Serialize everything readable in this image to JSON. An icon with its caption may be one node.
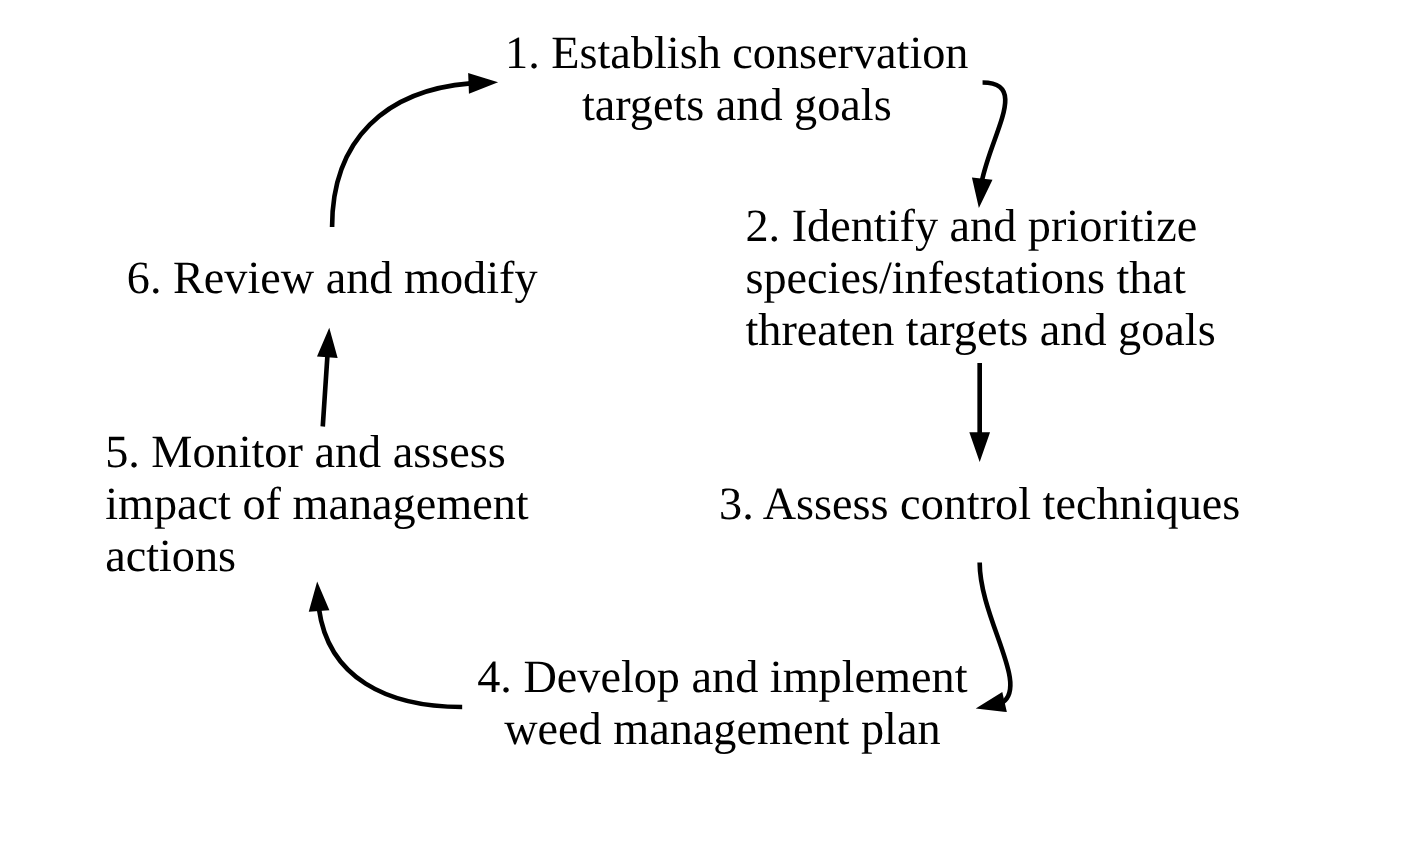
{
  "diagram": {
    "nodes": [
      {
        "text": [
          "1. Establish conservation targets and goals"
        ]
      },
      {
        "text": [
          "2. Identify and prioritize species/infestations that threaten targets and goals"
        ]
      },
      {
        "text": [
          "3. Assess control techniques"
        ]
      },
      {
        "text": [
          "4. Develop and implement weed management plan"
        ]
      },
      {
        "text": [
          "5. Monitor and assess impact of management actions"
        ]
      },
      {
        "text": [
          "6. Review and modify"
        ]
      }
    ],
    "edges": [
      {
        "from": 0,
        "to": 1,
        "arrow": "to"
      },
      {
        "from": 1,
        "to": 2,
        "arrow": "to"
      },
      {
        "from": 2,
        "to": 3,
        "arrow": "to"
      },
      {
        "from": 3,
        "to": 4,
        "arrow": "to"
      },
      {
        "from": 4,
        "to": 5,
        "arrow": "to"
      },
      {
        "from": 5,
        "to": 0,
        "arrow": "to"
      }
    ]
  }
}
